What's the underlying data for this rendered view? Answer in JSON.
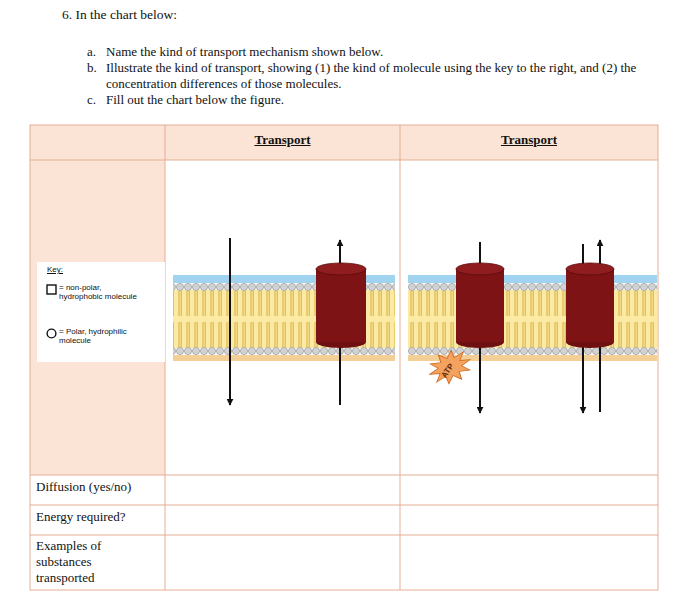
{
  "diagram": {
    "title": "6. In the chart below:",
    "labels": [
      "a.",
      "Name the kind of transport mechanism shown below.",
      "b.",
      "Illustrate the kind of transport, showing (1) the kind of molecule using the key to the right, and (2) the concentration differences of those molecules.",
      "c.",
      "Fill out the chart below the figure.",
      "Transport",
      "Transport",
      "Key:",
      "ATP",
      "Diffusion (yes/no)",
      "Energy required?",
      "Examples of substances transported"
    ],
    "legend": [
      {
        "text": "= non-polar, hydrophobic molecule"
      },
      {
        "text": "= Polar, hydrophilic molecule"
      }
    ]
  }
}
